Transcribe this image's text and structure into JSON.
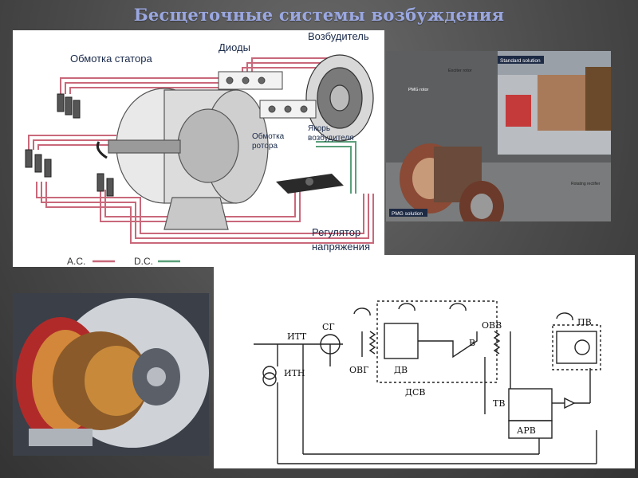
{
  "slide": {
    "title": "Бесщеточные системы возбуждения"
  },
  "diagram1": {
    "stator_winding": "Обмотка статора",
    "diodes": "Диоды",
    "exciter": "Возбудитель",
    "rotor_winding": "Обмотка ротора",
    "exciter_armature": "Якорь возбудителя",
    "voltage_regulator": "Регулятор напряжения",
    "legend_ac": "A.C.",
    "legend_dc": "D.C.",
    "colors": {
      "ac": "#c9687a",
      "dc": "#5aa07a"
    }
  },
  "photo": {
    "standard_solution": "Standard solution",
    "exciter_rotor": "Exciter rotor",
    "pmg_rotor": "PMG rotor",
    "pmg_solution": "PMG solution",
    "rotating_rectifier": "Rotating rectifier"
  },
  "schematic": {
    "itt": "ИТТ",
    "sg": "СГ",
    "ovv": "ОВВ",
    "pv": "ПВ",
    "itn": "ИТН",
    "ovg": "ОВГ",
    "dv": "ДВ",
    "v": "В",
    "dsv": "ДСВ",
    "tv": "ТВ",
    "arv": "АРВ"
  }
}
